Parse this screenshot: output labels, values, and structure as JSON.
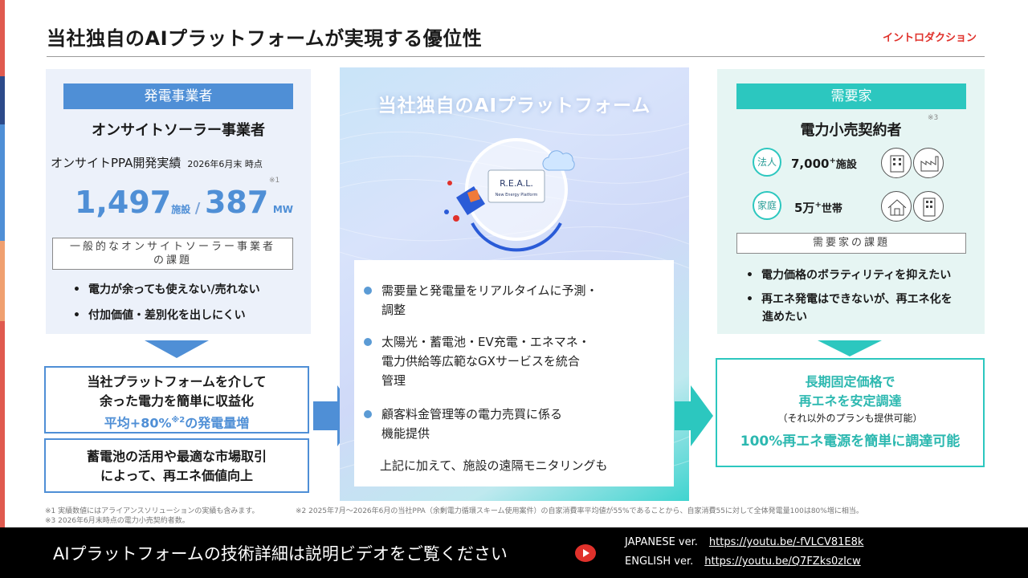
{
  "header": {
    "title": "当社独自のAIプラットフォームが実現する優位性",
    "section": "イントロダクション"
  },
  "left": {
    "tag": "発電事業者",
    "heading": "オンサイトソーラー事業者",
    "ppa_label": "オンサイトPPA開発実績",
    "ppa_asof": "2026年6月末 時点",
    "note_ref": "※1",
    "facilities_value": "1,497",
    "facilities_unit": "施設",
    "separator": "/",
    "mw_value": "387",
    "mw_unit": "MW",
    "issue_title_l1": "一般的なオンサイトソーラー事業者",
    "issue_title_l2": "の課題",
    "bullets": [
      "電力が余っても使えない/売れない",
      "付加価値・差別化を出しにくい"
    ],
    "box1_l1": "当社プラットフォームを介して",
    "box1_l2": "余った電力を簡単に収益化",
    "box1_l3a": "平均+80%",
    "box1_l3sup": "※2",
    "box1_l3b": "の発電量増",
    "box2_l1": "蓄電池の活用や最適な市場取引",
    "box2_l2": "によって、再エネ価値向上"
  },
  "center": {
    "title": "当社独自のAIプラットフォーム",
    "logo_text": "R.E.A.L.",
    "logo_sub": "New Energy Platform",
    "bullets": [
      [
        "需要量と発電量をリアルタイムに予測・",
        "調整"
      ],
      [
        "太陽光・蓄電池・EV充電・エネマネ・",
        "電力供給等広範なGXサービスを統合",
        "管理"
      ],
      [
        "顧客料金管理等の電力売買に係る",
        "機能提供"
      ]
    ],
    "footer": "上記に加えて、施設の遠隔モニタリングも"
  },
  "right": {
    "tag": "需要家",
    "heading": "電力小売契約者",
    "note_ref": "※3",
    "corp_label": "法人",
    "corp_value": "7,000",
    "corp_sup": "+",
    "corp_unit": "施設",
    "home_label": "家庭",
    "home_value": "5万",
    "home_sup": "+",
    "home_unit": "世帯",
    "issue_title": "需要家の課題",
    "bullet1": "電力価格のボラティリティを抑えたい",
    "bullet2_l1": "再エネ発電はできないが、再エネ化を",
    "bullet2_l2": "進めたい",
    "box_l1": "長期固定価格で",
    "box_l2": "再エネを安定調達",
    "box_l3": "（それ以外のプランも提供可能）",
    "box_l4": "100%再エネ電源を簡単に調達可能"
  },
  "footnotes": {
    "n1": "※1 実績数値にはアライアンスソリューションの実績も含みます。",
    "n2": "※2 2025年7月～2026年6月の当社PPA（余剰電力循環スキーム使用案件）の自家消費率平均値が55%であることから、自家消費55に対して全体発電量100は80%増に相当。",
    "n3": "※3 2026年6月末時点の電力小売契約者数。"
  },
  "bottom": {
    "text": "AIプラットフォームの技術詳細は説明ビデオをご覧ください",
    "jp_label": "JAPANESE ver.",
    "jp_url": "https://youtu.be/-fVLCV81E8k",
    "en_label": "ENGLISH ver.",
    "en_url": "https://youtu.be/Q7FZks0zIcw"
  },
  "colors": {
    "accent_blue": "#4f8fd6",
    "accent_teal": "#2cc7bf",
    "accent_red": "#e0312b"
  }
}
